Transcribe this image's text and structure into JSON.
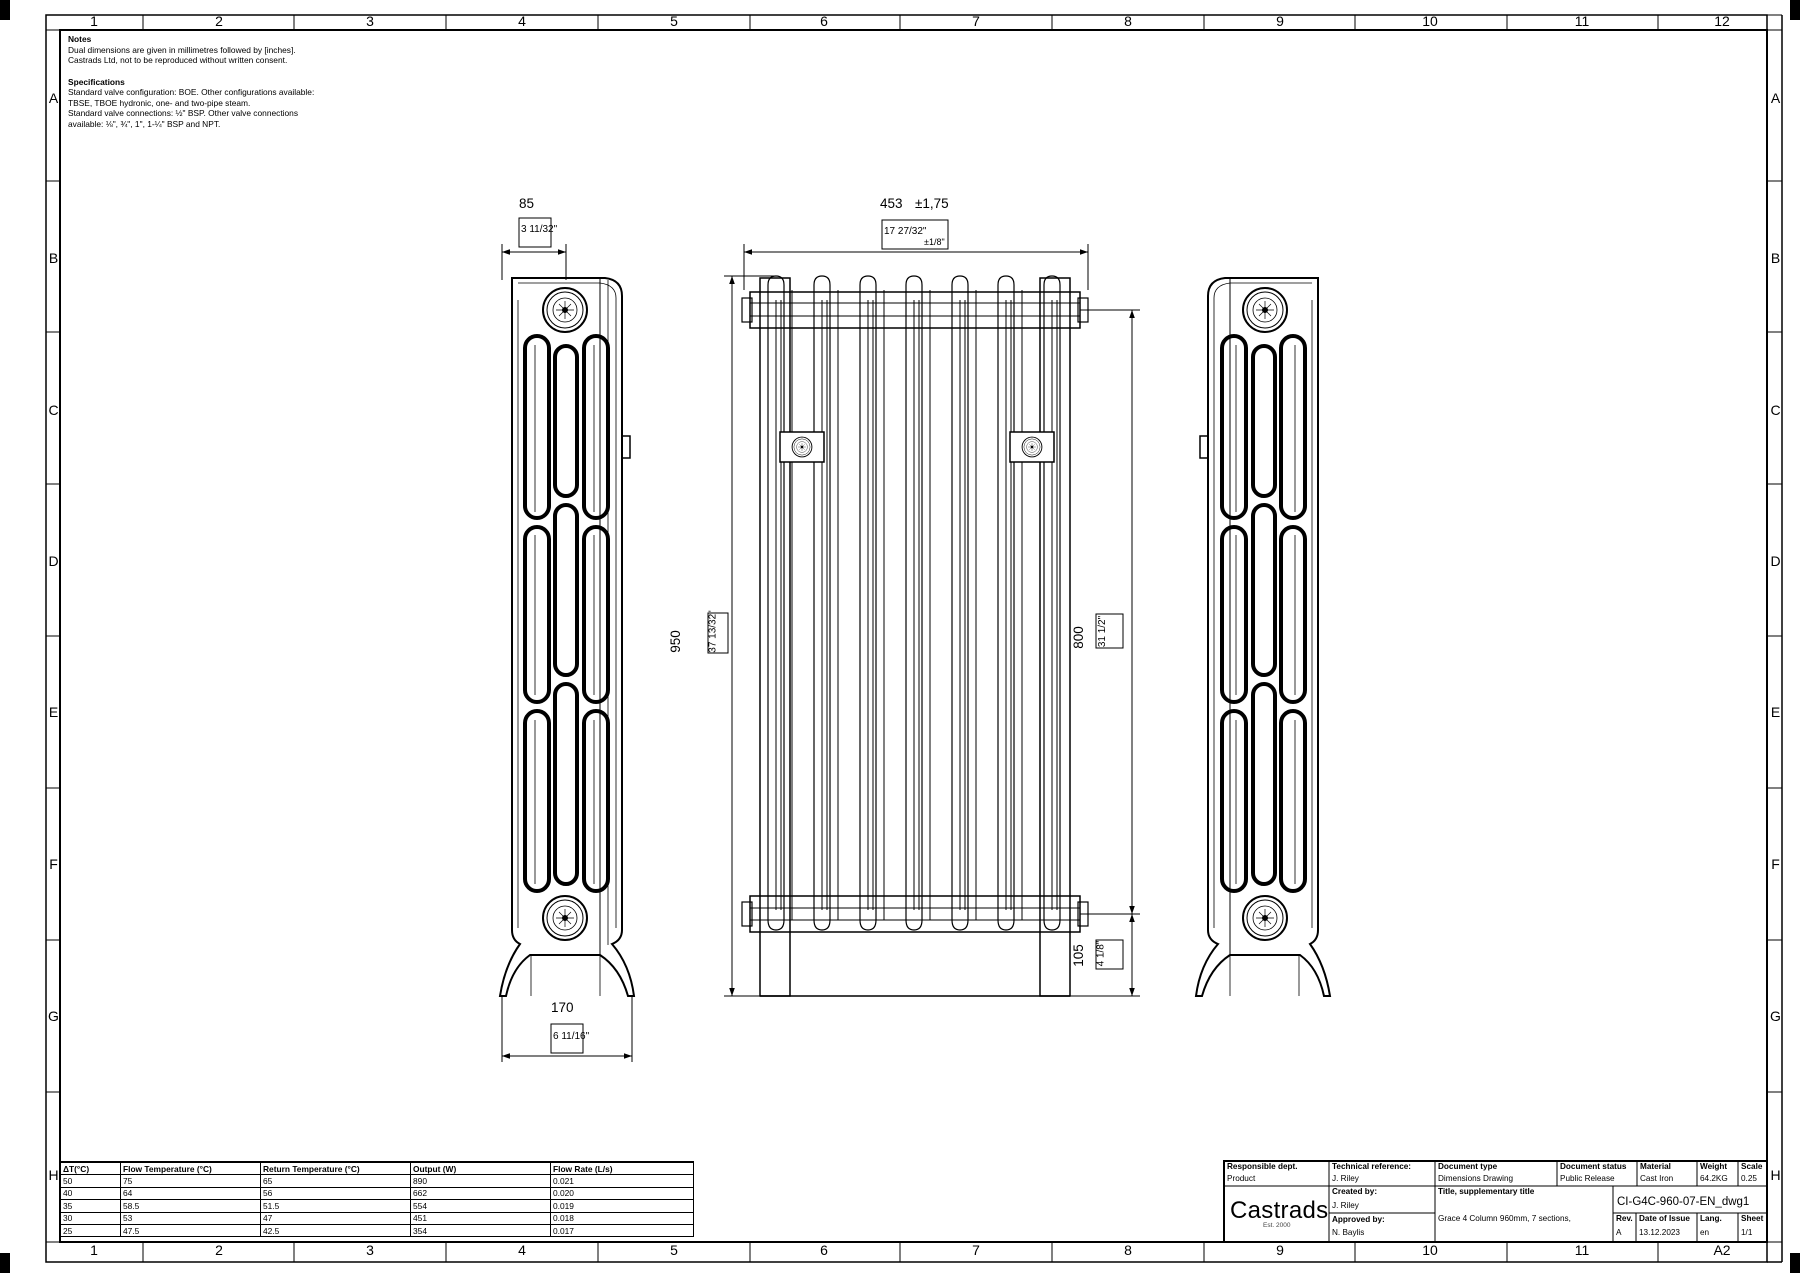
{
  "grid": {
    "columns": [
      "1",
      "2",
      "3",
      "4",
      "5",
      "6",
      "7",
      "8",
      "9",
      "10",
      "11",
      "12"
    ],
    "rows": [
      "A",
      "B",
      "C",
      "D",
      "E",
      "F",
      "G",
      "H"
    ]
  },
  "notes": {
    "heading": "Notes",
    "lines": [
      "Dual dimensions are given in millimetres followed by [inches].",
      "Castrads Ltd, not to be reproduced without written consent."
    ]
  },
  "specifications": {
    "heading": "Specifications",
    "lines": [
      "Standard valve configuration: BOE. Other configurations available:",
      "TBSE, TBOE hydronic, one- and two-pipe steam.",
      "Standard valve connections: ½\" BSP. Other valve connections",
      "available: ⅛\", ¾\", 1\", 1-¼\" BSP and NPT."
    ]
  },
  "dimensions": {
    "depth_mm": "85",
    "depth_in": "3 11/32\"",
    "width_mm": "453",
    "width_tol": "±1,75",
    "width_in": "17 27/32\"",
    "width_tol_in": "±1/8\"",
    "height_mm": "950",
    "height_in": "37 13/32\"",
    "centres_mm": "800",
    "centres_in": "31 1/2\"",
    "floor_mm": "105",
    "floor_in": "4 1/8\"",
    "foot_mm": "170",
    "foot_in": "6 11/16\""
  },
  "performance_table": {
    "headers": [
      "ΔT(°C)",
      "Flow Temperature (°C)",
      "Return Temperature (°C)",
      "Output (W)",
      "Flow Rate (L/s)"
    ],
    "rows": [
      [
        "50",
        "75",
        "65",
        "890",
        "0.021"
      ],
      [
        "40",
        "64",
        "56",
        "662",
        "0.020"
      ],
      [
        "35",
        "58.5",
        "51.5",
        "554",
        "0.019"
      ],
      [
        "30",
        "53",
        "47",
        "451",
        "0.018"
      ],
      [
        "25",
        "47.5",
        "42.5",
        "354",
        "0.017"
      ]
    ]
  },
  "title_block": {
    "responsible_dept_label": "Responsible dept.",
    "responsible_dept": "Product",
    "technical_reference_label": "Technical reference:",
    "technical_reference": "J. Riley",
    "created_by_label": "Created by:",
    "created_by": "J. Riley",
    "approved_by_label": "Approved by:",
    "approved_by": "N. Baylis",
    "document_type_label": "Document type",
    "document_type": "Dimensions Drawing",
    "title_label": "Title, supplementary title",
    "title": "Grace 4 Column 960mm, 7 sections,",
    "document_status_label": "Document status",
    "document_status": "Public Release",
    "material_label": "Material",
    "material": "Cast Iron",
    "weight_label": "Weight",
    "weight": "64.2KG",
    "scale_label": "Scale",
    "scale": "0.25",
    "document_number": "CI-G4C-960-07-EN_dwg1",
    "rev_label": "Rev.",
    "rev": "A",
    "date_label": "Date of Issue",
    "date": "13.12.2023",
    "lang_label": "Lang.",
    "lang": "en",
    "sheet_label": "Sheet",
    "sheet": "1/1",
    "company": "Castrads",
    "established": "Est. 2000",
    "paper_size": "A2"
  }
}
